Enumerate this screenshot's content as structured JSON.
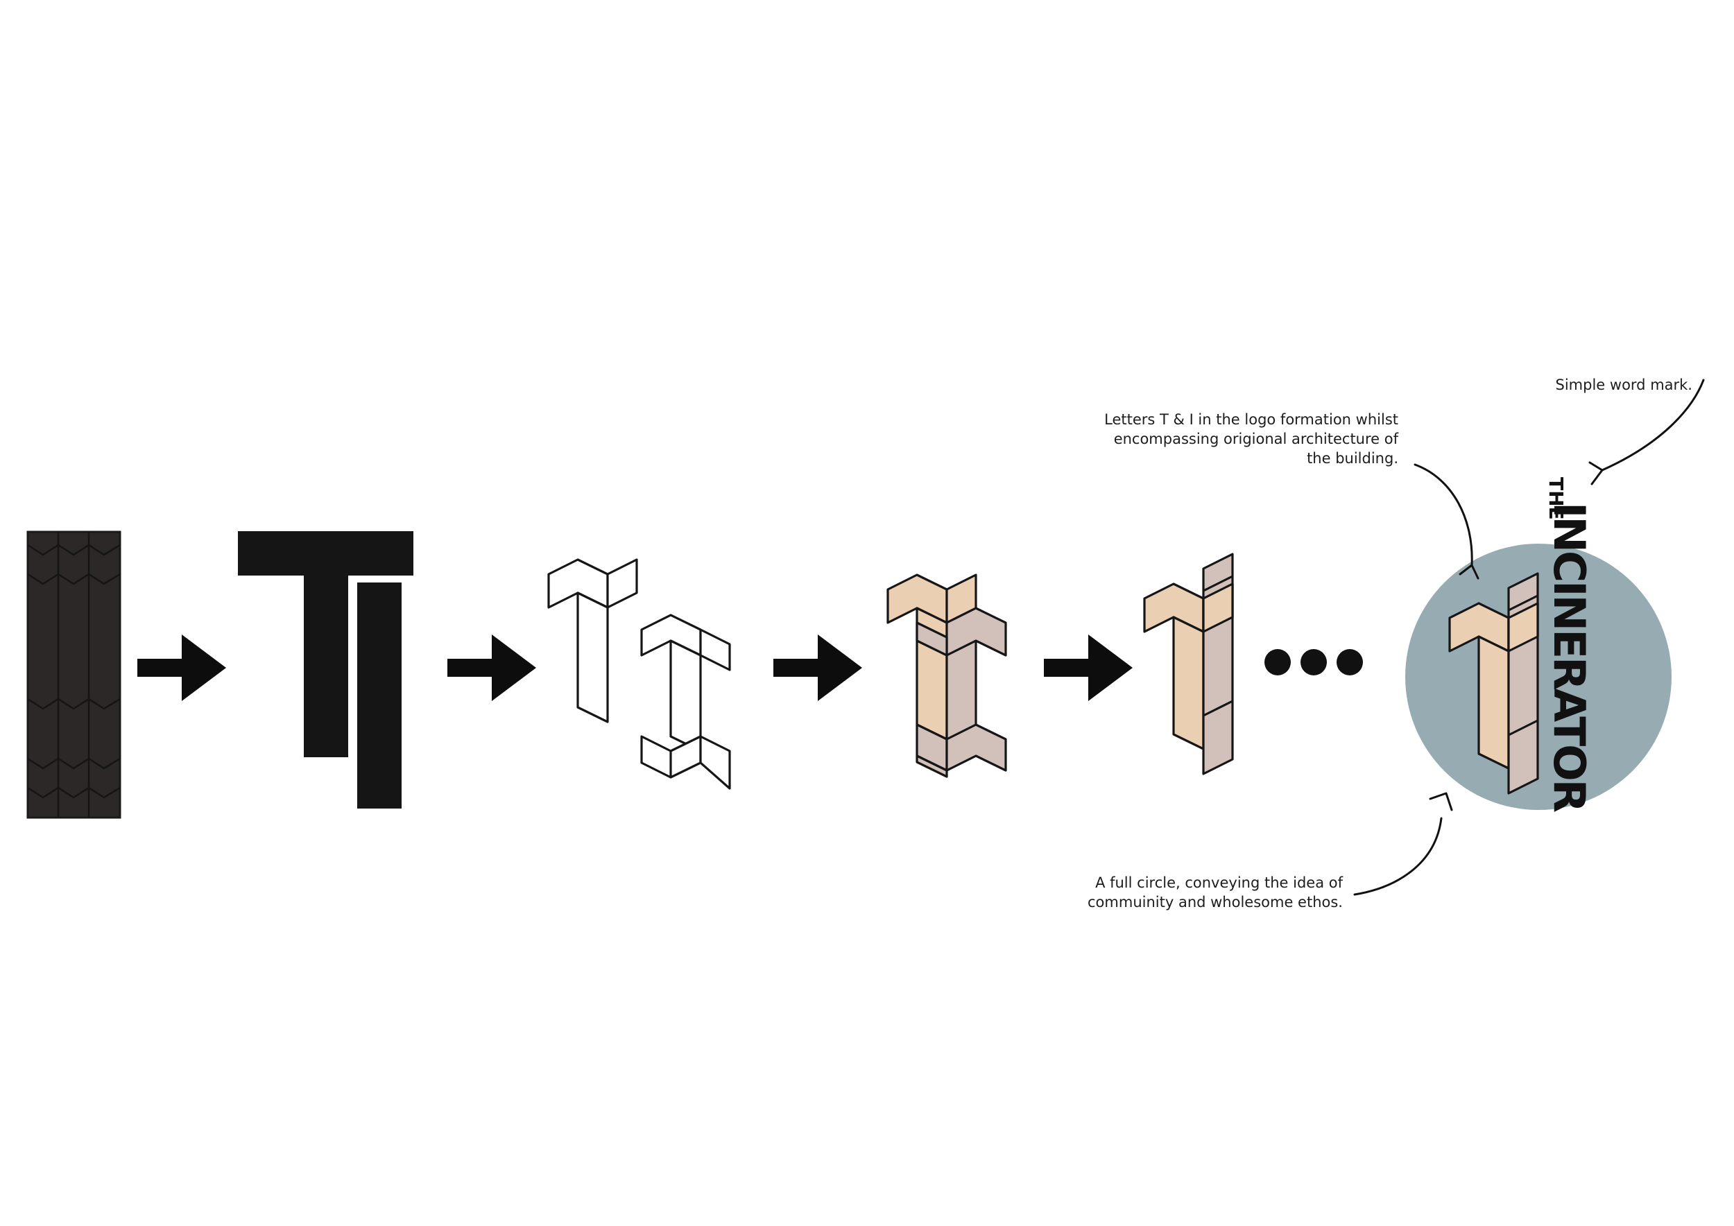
{
  "annotations": {
    "wordmark_note": [
      "Simple word mark."
    ],
    "letters_note": [
      "Letters T & I in the logo formation whilst",
      "encompassing origional architecture of",
      "the building."
    ],
    "circle_note": [
      "A full circle, conveying the idea of",
      "commuinity and wholesome ethos."
    ]
  },
  "wordmark": {
    "small": "THE",
    "main": "INCINERATOR"
  },
  "colors": {
    "ink": "#111111",
    "tower_dark": "#2b2827",
    "tan": "#ebcfb2",
    "taupe": "#d2c1ba",
    "circle_blue": "#97abb3"
  },
  "icons": [
    "tower-icon",
    "arrow-right-icon",
    "ti-block-letters-icon",
    "ti-outline-icon",
    "ti-colored-icon",
    "ti-merged-icon",
    "ellipsis-icon",
    "final-logo-icon"
  ]
}
